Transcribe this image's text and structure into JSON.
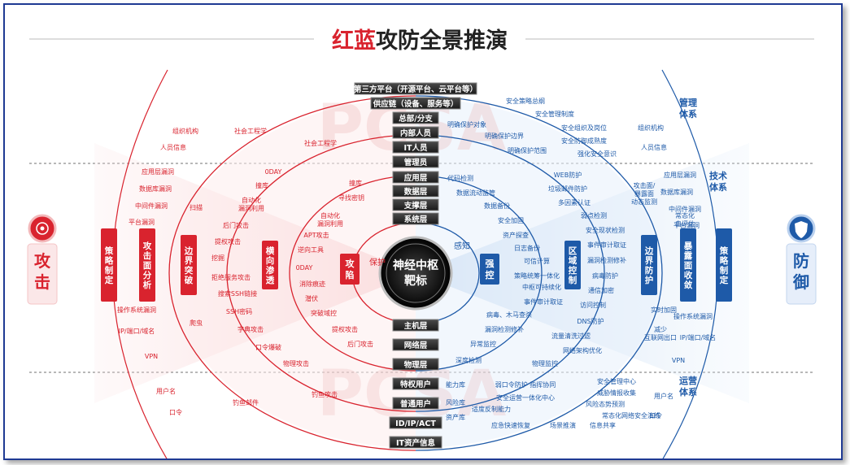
{
  "title": {
    "part1": "红蓝",
    "part2": "攻防全景推演"
  },
  "watermark": "PCSA",
  "core": {
    "line1": "神经中枢",
    "line2": "靶标"
  },
  "inner_badges": {
    "protect": "保护",
    "sensing": "感知",
    "control": "强控",
    "attack": "攻陷"
  },
  "top_bars": [
    "第三方平台（开源平台、云平台等）",
    "供应链（设备、服务等）",
    "总部/分支",
    "内部人员",
    "IT人员",
    "管理员"
  ],
  "middle_bars": [
    "应用层",
    "数据层",
    "支撑层",
    "系统层"
  ],
  "lower_bars": [
    "主机层",
    "网络层",
    "物理层"
  ],
  "bottom_bars": [
    "特权用户",
    "普通用户",
    "ID/IP/ACT",
    "IT资产信息"
  ],
  "left_badge": "攻击",
  "right_badge": "防御",
  "left_vertical": [
    "策略制定",
    "攻击面分析",
    "边界突破",
    "横向渗透"
  ],
  "right_vertical": [
    "策略制定",
    "暴露面收敛",
    "边界防护",
    "区域控制"
  ],
  "section_labels": {
    "mgmt": "管理体系",
    "tech": "技术体系",
    "ops": "运营体系"
  },
  "left_outer_items": [
    "组织机构",
    "人员信息",
    "应用层漏洞",
    "数据库漏洞",
    "中间件漏洞",
    "平台漏洞",
    "操作系统漏洞",
    "IP/端口/域名",
    "VPN",
    "用户名",
    "口令"
  ],
  "left_ring1_items": [
    "社会工程学",
    "扫描",
    "爬虫",
    "钓鱼邮件"
  ],
  "left_ring2_items": [
    "0DAY",
    "撞库",
    "自动化漏洞利用",
    "后门攻击",
    "提权攻击",
    "挖掘",
    "拒绝服务攻击",
    "搜索SSH链接",
    "SSH密码",
    "字典攻击",
    "口令爆破",
    "物理攻击",
    "钓鱼攻击",
    "社会工程学"
  ],
  "left_ring3_items": [
    "撞库",
    "寻找密钥",
    "自动化漏洞利用",
    "APT攻击",
    "逆向工具",
    "0DAY",
    "消除痕迹",
    "潜伏",
    "突破域控",
    "提权攻击",
    "后门攻击"
  ],
  "right_ring3_items": [
    "代码检测",
    "数据流动监管",
    "数据备份",
    "安全加固",
    "资产探查",
    "日志备份",
    "可信计算",
    "策略统筹一体化",
    "中枢可持续化",
    "事件审计取证",
    "病毒、木马查杀",
    "漏洞检测修补",
    "异常监控",
    "深度检测"
  ],
  "right_ring2_items": [
    "明确保护对象",
    "明确保护边界",
    "明确保护范围",
    "WEB防护",
    "垃圾邮件防护",
    "多因素认证",
    "弱点检测",
    "安全现状检测",
    "事件审计取证",
    "漏洞检测修补",
    "病毒防护",
    "通信加密",
    "访问控制",
    "DNS防护",
    "流量清洗过滤",
    "网络架构优化",
    "物理监控"
  ],
  "right_ring1_items": [
    "安全策略总纲",
    "安全管理制度",
    "安全组织及岗位",
    "安全防御成熟度",
    "强化安全意识",
    "攻击面/暴露面动态监测",
    "常态化自评估",
    "实时加固",
    "减少互联网出口",
    "安全管理中心",
    "威胁情报收集",
    "风险态势预测",
    "常态化网络安全演练",
    "信息共享",
    "弱口令防护 指挥协同",
    "安全运营一体化中心",
    "能力库",
    "风险库",
    "适度反制能力",
    "资产库",
    "应急快速恢复",
    "场景推演"
  ],
  "right_outer_items": [
    "组织机构",
    "人员信息",
    "应用层漏洞",
    "数据库漏洞",
    "中间件漏洞",
    "平台漏洞",
    "操作系统漏洞",
    "IP/端口/域名",
    "VPN",
    "用户名",
    "口令"
  ],
  "colors": {
    "red": "#d9232e",
    "blue": "#1e5aa8",
    "dark": "#222222"
  }
}
